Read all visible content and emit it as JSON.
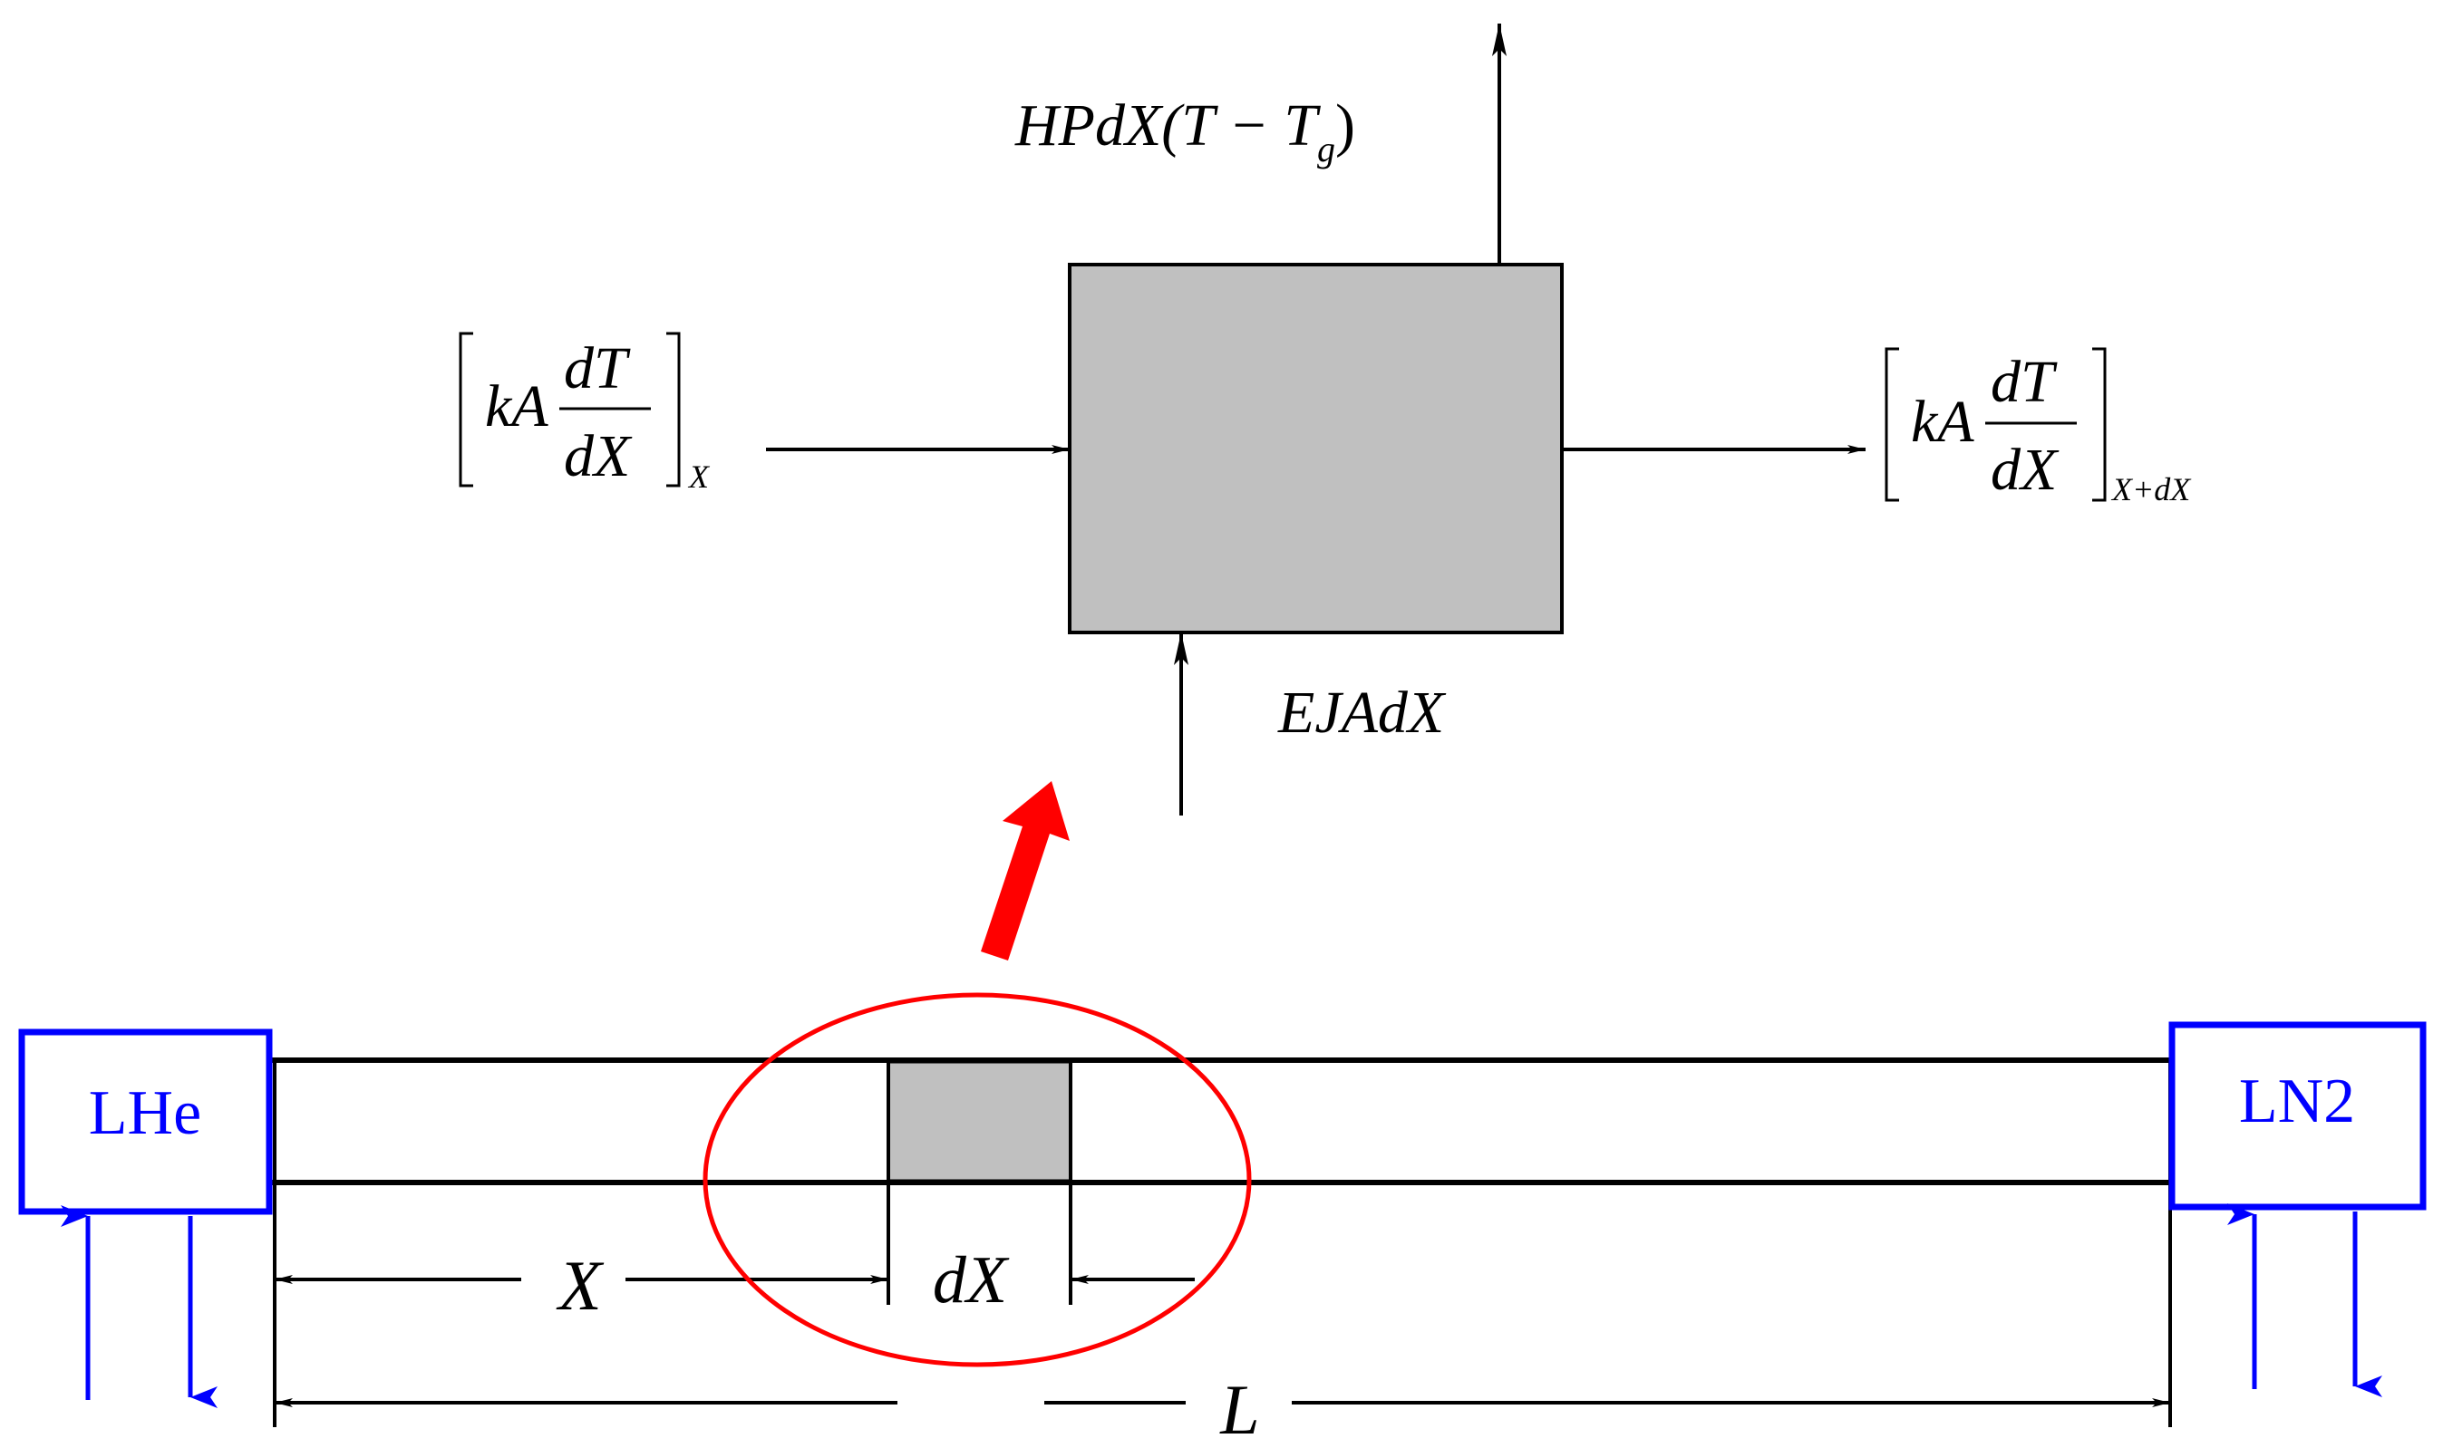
{
  "colors": {
    "line": "#000000",
    "element_fill": "#c0c0c0",
    "reservoir": "#0000ff",
    "highlight": "#ff0000",
    "background": "#ffffff"
  },
  "element": {
    "convection_label": {
      "lead": "HPdX(T − T",
      "sub": "g",
      "close": ")"
    },
    "joule_label": "EJAdX",
    "conduction_in": {
      "factor": "kA",
      "num": "dT",
      "den": "dX",
      "sub": "X"
    },
    "conduction_out": {
      "factor": "kA",
      "num": "dT",
      "den": "dX",
      "sub": "X+dX"
    }
  },
  "rod": {
    "left_reservoir": "LHe",
    "right_reservoir": "LN2",
    "x_label": "X",
    "dx_label": "dX",
    "length_label": "L"
  },
  "icons": {
    "zoom": "zoom-arrow-icon",
    "highlight": "highlight-ellipse-icon",
    "flow_in": "flow-in-arrow-icon",
    "flow_out": "flow-out-arrow-icon"
  }
}
